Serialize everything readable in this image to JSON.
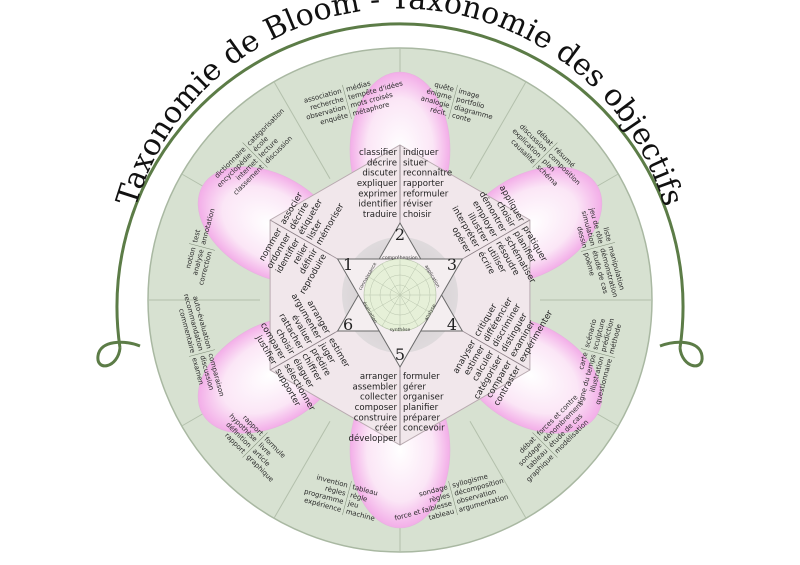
{
  "title": "Taxonomie de Bloom - Taxonomie des objectifs",
  "levels": [
    {
      "number": "1",
      "label": "connaissance",
      "verbs": [
        "nommer",
        "ordonner",
        "identifier",
        "relier",
        "définir",
        "reproduire",
        "associer",
        "décrire",
        "étiqueter",
        "lister",
        "mémoriser"
      ]
    },
    {
      "number": "2",
      "label": "compréhension",
      "verbs": [
        "classifier",
        "décrire",
        "discuter",
        "expliquer",
        "exprimer",
        "identifier",
        "traduire",
        "indiquer",
        "situer",
        "reconnaître",
        "rapporter",
        "reformuler",
        "réviser",
        "choisir"
      ]
    },
    {
      "number": "3",
      "label": "application",
      "verbs": [
        "appliquer",
        "choisir",
        "démontrer",
        "employer",
        "illustrer",
        "interpréter",
        "opérer",
        "pratiquer",
        "planifier",
        "schématiser",
        "résoudre",
        "utiliser",
        "écrire"
      ]
    },
    {
      "number": "4",
      "label": "analyse",
      "verbs": [
        "analyser",
        "estimer",
        "calculer",
        "catégoriser",
        "comparer",
        "contraster",
        "critiquer",
        "différencier",
        "discriminer",
        "distinguer",
        "examiner",
        "expérimenter"
      ]
    },
    {
      "number": "5",
      "label": "synthèse",
      "verbs": [
        "arranger",
        "assembler",
        "collecter",
        "composer",
        "construire",
        "créer",
        "développer",
        "formuler",
        "gérer",
        "organiser",
        "planifier",
        "préparer",
        "concevoir"
      ]
    },
    {
      "number": "6",
      "label": "évaluation",
      "verbs": [
        "arranger",
        "argumenter",
        "évaluer",
        "rattacher",
        "choisir",
        "comparer",
        "justifier",
        "estimer",
        "juger",
        "prédire",
        "chiffrer",
        "élaguer",
        "sélectionner",
        "supporter"
      ]
    }
  ],
  "outer_activities": [
    [
      "quête",
      "énigme",
      "analogie",
      "récit.",
      "image",
      "portfolio",
      "diagramme",
      "conte"
    ],
    [
      "débat",
      "discussion",
      "explication",
      "causalité",
      "résumé",
      "composition",
      "plan",
      "schéma"
    ],
    [
      "liste",
      "jeu de rôle",
      "simulation",
      "dessin",
      "manipulation",
      "démonstration",
      "étude de cas",
      "poème"
    ],
    [
      "carte",
      "ligne du temps",
      "illustration",
      "questionnaire",
      "scénario",
      "sculpture",
      "prédiction",
      "méthode"
    ],
    [
      "débat",
      "sondage",
      "tableau",
      "graphique",
      "forces et contre",
      "dénombrement",
      "étude de cas",
      "modélisation"
    ],
    [
      "sondage",
      "règles",
      "force et faiblesse",
      "tableau",
      "syllogisme",
      "décomposition",
      "observation",
      "argumentation"
    ],
    [
      "invention",
      "règles",
      "programme",
      "expérience",
      "tableau",
      "règle",
      "jeu",
      "machine"
    ],
    [
      "rapport",
      "hypothèse",
      "définition",
      "rapport",
      "formule",
      "livre",
      "article",
      "graphique"
    ],
    [
      "auto-évaluation",
      "recommandation",
      "commentaire",
      "comparaison",
      "discussion",
      "examen"
    ],
    [
      "notion",
      "analyse",
      "correction",
      "test",
      "annotation"
    ],
    [
      "dictionnaire",
      "encyclopédie",
      "internet",
      "classement",
      "catégorisation",
      "école",
      "lecture",
      "discussion"
    ],
    [
      "association",
      "recherche",
      "observation",
      "enquête",
      "médias",
      "tempête d'idées",
      "mots croisés",
      "métaphore"
    ]
  ],
  "colors": {
    "outer_ring": "#d7e1d1",
    "arc": "#5c7c47",
    "hexagon": "#f0e6ea",
    "petal": "#f29be8",
    "center": "#e8f1dd"
  }
}
